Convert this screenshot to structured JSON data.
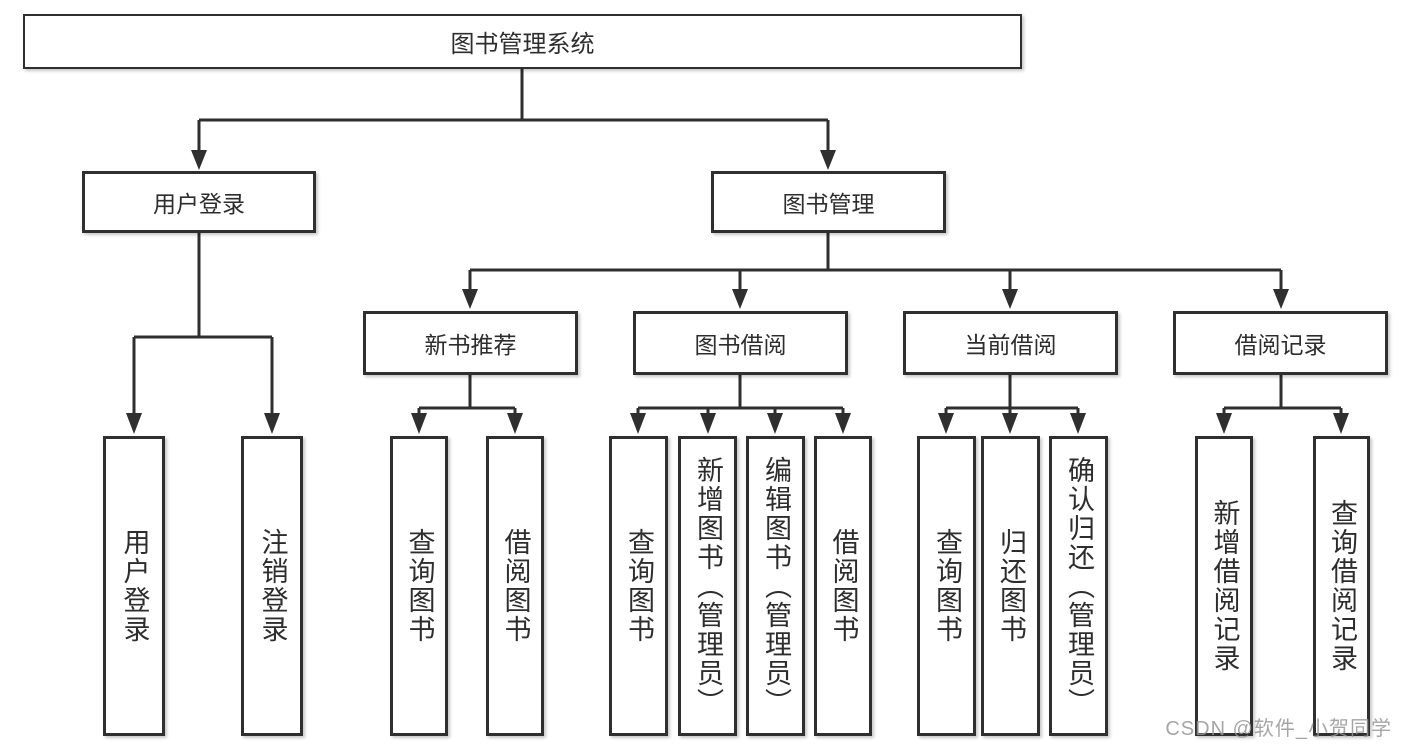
{
  "tree": {
    "root": {
      "label": "图书管理系统",
      "children": [
        {
          "label": "用户登录",
          "children": [
            {
              "label": "用户登录"
            },
            {
              "label": "注销登录"
            }
          ]
        },
        {
          "label": "图书管理",
          "children": [
            {
              "label": "新书推荐",
              "children": [
                {
                  "label": "查询图书"
                },
                {
                  "label": "借阅图书"
                }
              ]
            },
            {
              "label": "图书借阅",
              "children": [
                {
                  "label": "查询图书"
                },
                {
                  "label": "新增图书（管理员）"
                },
                {
                  "label": "编辑图书（管理员）"
                },
                {
                  "label": "借阅图书"
                }
              ]
            },
            {
              "label": "当前借阅",
              "children": [
                {
                  "label": "查询图书"
                },
                {
                  "label": "归还图书"
                },
                {
                  "label": "确认归还（管理员）"
                }
              ]
            },
            {
              "label": "借阅记录",
              "children": [
                {
                  "label": "新增借阅记录"
                },
                {
                  "label": "查询借阅记录"
                }
              ]
            }
          ]
        }
      ]
    }
  },
  "watermark": {
    "text": "CSDN @软件_小贺同学",
    "color": "#989595"
  },
  "colors": {
    "line": "#2f2f2f",
    "text": "#2d2d2d",
    "background": "#ffffff"
  }
}
